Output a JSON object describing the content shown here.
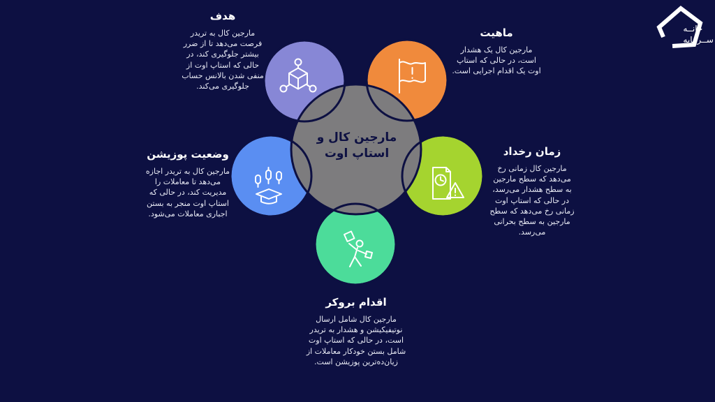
{
  "background_color": "#0d1042",
  "stroke_color": "#0d1042",
  "logo": {
    "brand_line1": "خانــه",
    "brand_line2": "ســرمایه"
  },
  "center": {
    "title_line1": "مارجین کال و",
    "title_line2": "استاپ اوت",
    "color": "#7d7c7e"
  },
  "sections": [
    {
      "id": "goal",
      "title": "هدف",
      "body": "مارجین کال به تریدر فرصت می‌دهد تا از ضرر بیشتر جلوگیری کند، در حالی که استاپ اوت از منفی شدن بالانس حساب جلوگیری می‌کند.",
      "color": "#8787d6",
      "icon": "network-cube-icon"
    },
    {
      "id": "nature",
      "title": "ماهیت",
      "body": "مارجین کال یک هشدار است، در حالی که استاپ اوت یک اقدام اجرایی است.",
      "color": "#f08a3c",
      "icon": "alert-flag-icon"
    },
    {
      "id": "timing",
      "title": "زمان رخداد",
      "body": "مارجین کال زمانی رخ می‌دهد که سطح مارجین به سطح هشدار می‌رسد، در حالی که استاپ اوت زمانی رخ می‌دهد که سطح مارجین به سطح بحرانی می‌رسد.",
      "color": "#a5d42f",
      "icon": "document-clock-warning-icon"
    },
    {
      "id": "broker-action",
      "title": "اقدام بروکر",
      "body": "مارجین کال شامل ارسال نوتیفیکیشن و هشدار به تریدر است، در حالی که استاپ اوت شامل بستن خودکار معاملات از زیان‌ده‌ترین پوزیشن است.",
      "color": "#4cdc9a",
      "icon": "person-waving-flag-icon"
    },
    {
      "id": "position-status",
      "title": "وضعیت پوزیشن",
      "body": "مارجین کال به تریدر اجازه می‌دهد تا معاملات را مدیریت کند، در حالی که استاپ اوت منجر به بستن اجباری معاملات می‌شود.",
      "color": "#5a8ef2",
      "icon": "candlestick-graduation-icon"
    }
  ]
}
